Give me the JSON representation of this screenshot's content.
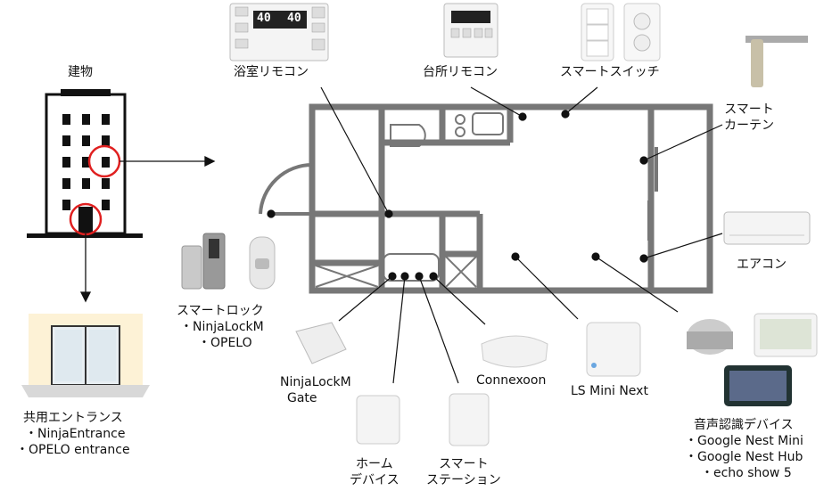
{
  "labels": {
    "building": "建物",
    "bath_remote": "浴室リモコン",
    "kitchen_remote": "台所リモコン",
    "smart_switch": "スマートスイッチ",
    "smart_curtain_1": "スマート",
    "smart_curtain_2": "カーテン",
    "aircon": "エアコン",
    "smart_lock": "スマートロック",
    "smart_lock_item1": "・NinjaLockM",
    "smart_lock_item2": "・OPELO",
    "ninja_gate_1": "NinjaLockM",
    "ninja_gate_2": "Gate",
    "connexoon": "Connexoon",
    "ls_mini": "LS Mini Next",
    "home_device_1": "ホーム",
    "home_device_2": "デバイス",
    "smart_station_1": "スマート",
    "smart_station_2": "ステーション",
    "shared_entrance": "共用エントランス",
    "shared_entrance_item1": "・NinjaEntrance",
    "shared_entrance_item2": "・OPELO entrance",
    "voice_device": "音声認識デバイス",
    "voice_item1": "・Google Nest Mini",
    "voice_item2": "・Google Nest Hub",
    "voice_item3": "・echo show 5"
  },
  "device_text": {
    "bath_temp": "40",
    "bath_temp2": "40"
  }
}
